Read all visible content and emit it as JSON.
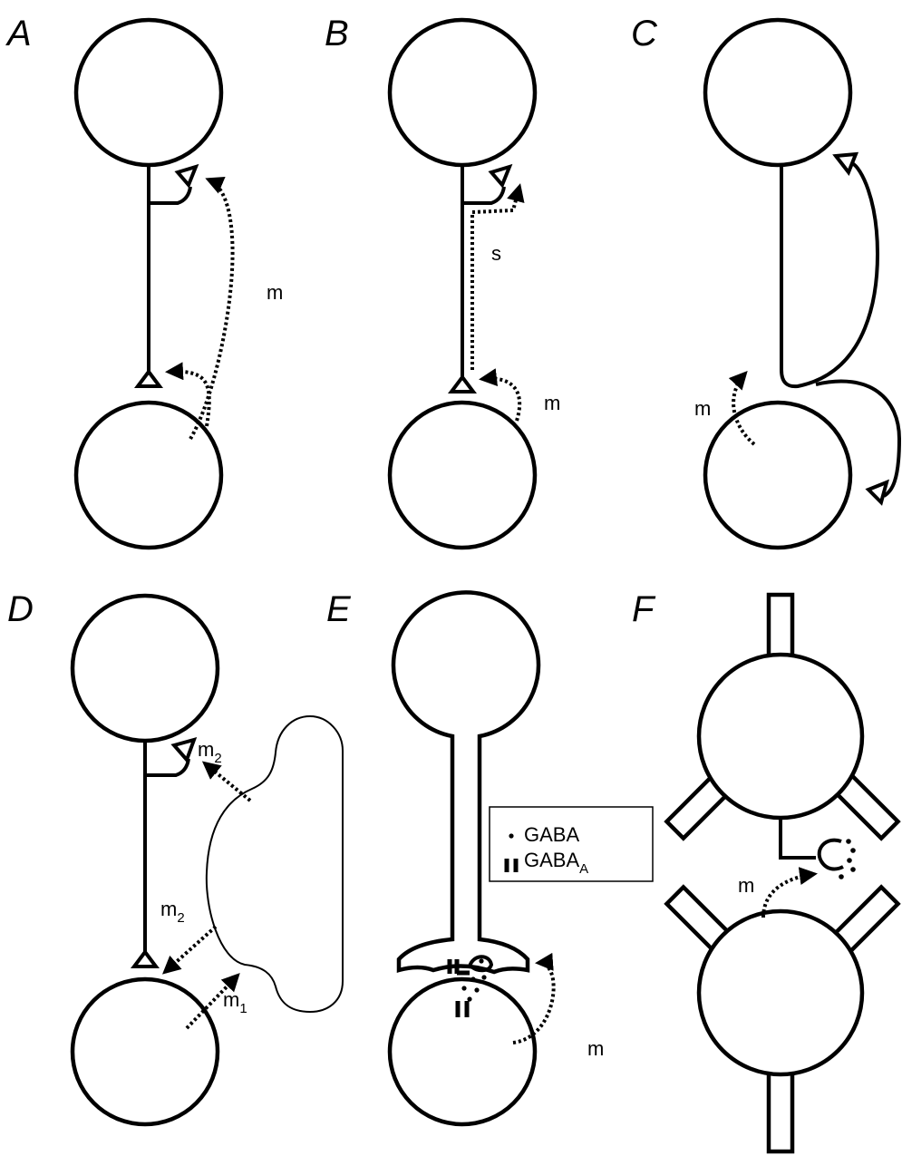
{
  "panels": {
    "A": {
      "letter": "A",
      "labels": {
        "m": "m"
      }
    },
    "B": {
      "letter": "B",
      "labels": {
        "s": "s",
        "m": "m"
      }
    },
    "C": {
      "letter": "C",
      "labels": {
        "m": "m"
      }
    },
    "D": {
      "letter": "D",
      "labels": {
        "m2_upper": "m",
        "m2_upper_sub": "2",
        "m2_lower": "m",
        "m2_lower_sub": "2",
        "m1": "m",
        "m1_sub": "1"
      }
    },
    "E": {
      "letter": "E",
      "labels": {
        "m": "m"
      },
      "legend": {
        "gaba": "GABA",
        "gaba_a": "GABA",
        "gaba_a_sub": "A"
      }
    },
    "F": {
      "letter": "F",
      "labels": {
        "m": "m"
      }
    }
  }
}
